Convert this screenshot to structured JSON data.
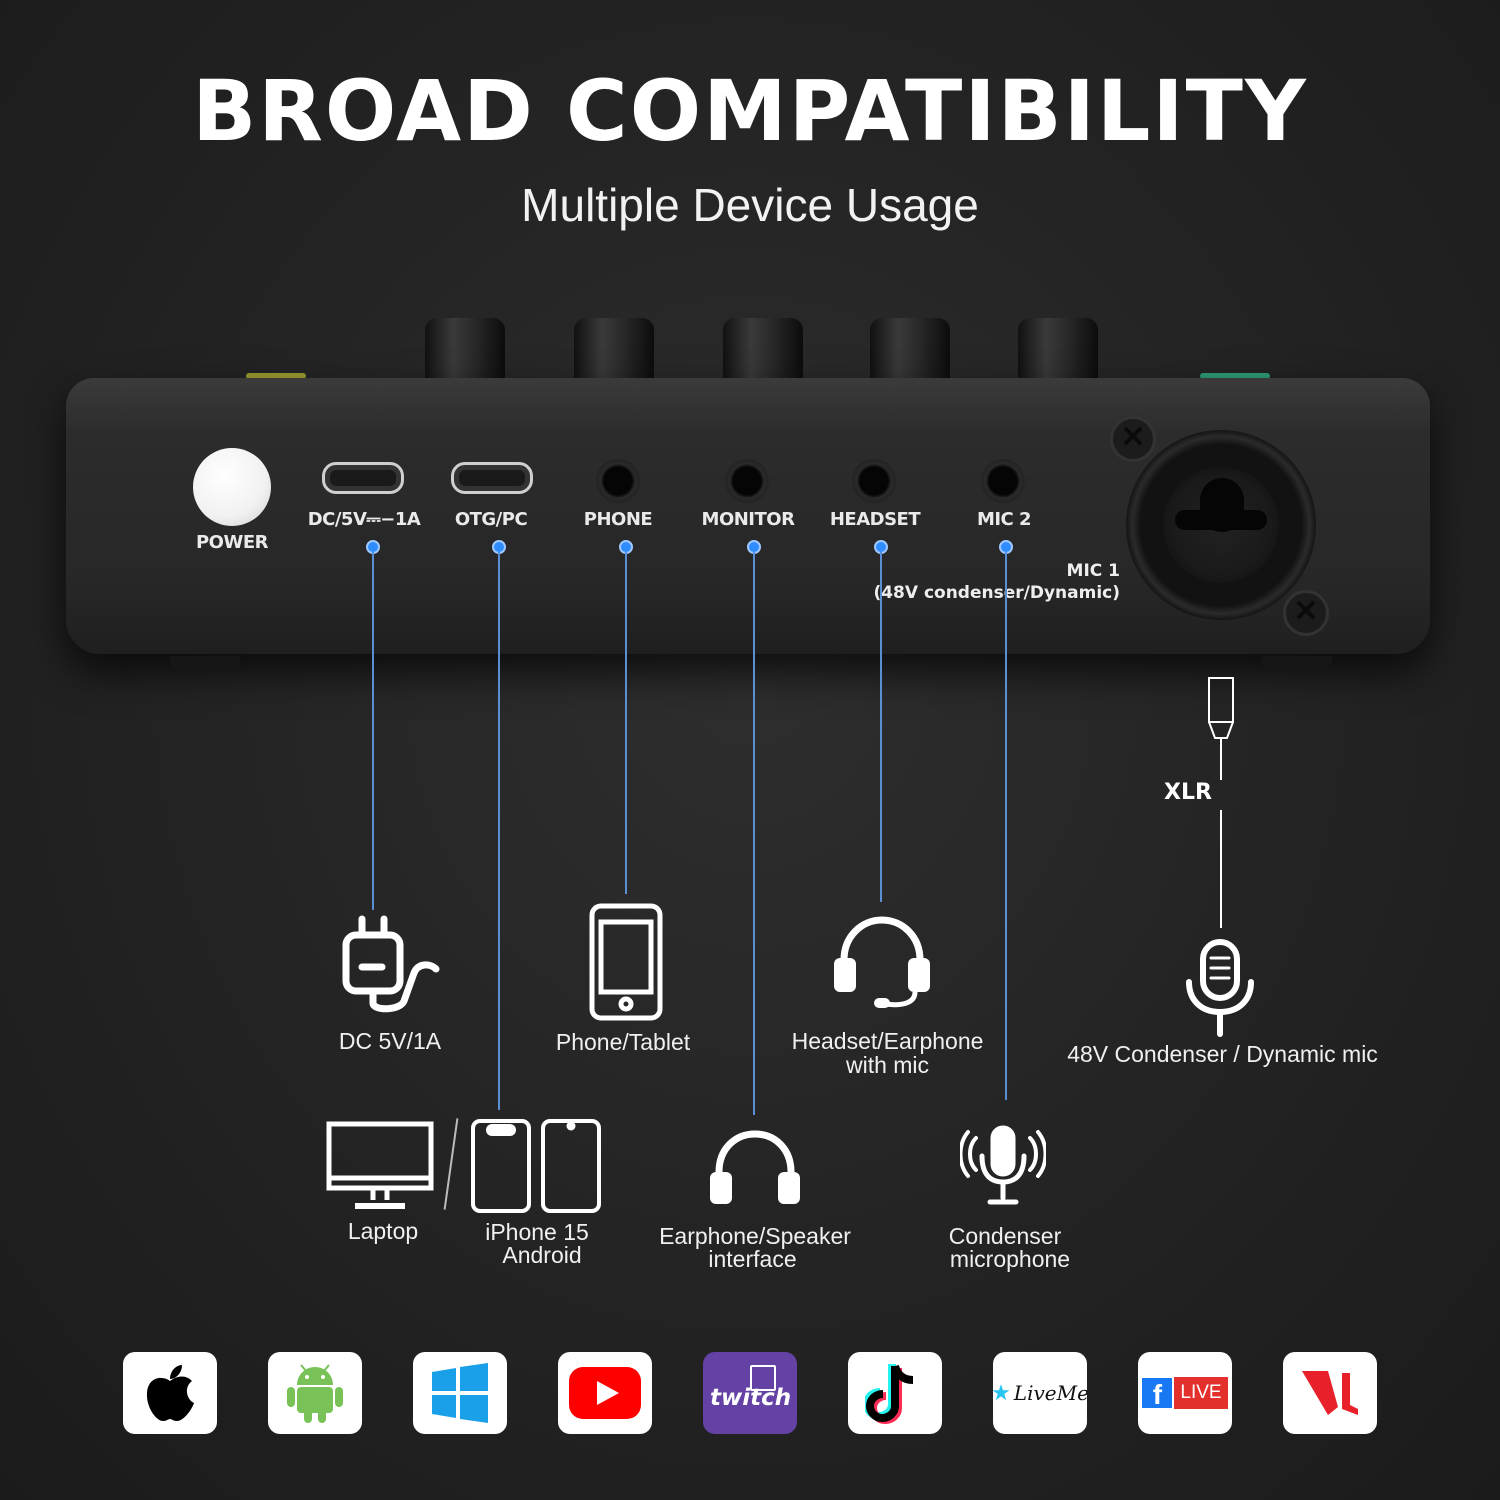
{
  "title": "BROAD COMPATIBILITY",
  "subtitle": "Multiple Device Usage",
  "device": {
    "power": "POWER",
    "ports": {
      "dc": "DC/5V⎓−1A",
      "otg": "OTG/PC",
      "phone": "PHONE",
      "monitor": "MONITOR",
      "headset": "HEADSET",
      "mic2": "MIC 2"
    },
    "mic1_line1": "MIC 1",
    "mic1_line2": "(48V condenser/Dynamic)",
    "xlr": "XLR"
  },
  "captions": {
    "dc": "DC 5V/1A",
    "phone_tablet": "Phone/Tablet",
    "headset_line1": "Headset/Earphone",
    "headset_line2": "with mic",
    "mic48": "48V Condenser / Dynamic mic",
    "laptop": "Laptop",
    "iphone_line1": "iPhone 15",
    "iphone_line2": "Android",
    "earphone_line1": "Earphone/Speaker",
    "earphone_line2": "interface",
    "condenser_line1": "Condenser",
    "condenser_line2": "microphone"
  },
  "apps": {
    "twitch": "twitch",
    "liveme": "LiveMe",
    "fb_live": "LIVE"
  },
  "colors": {
    "accent_line": "#5a8fd6",
    "dot": "#2f8cff",
    "youtube": "#ff0000",
    "twitch": "#6441a5",
    "windows": "#1aa0e8",
    "android": "#78c257",
    "facebook": "#1877f2",
    "fb_live": "#e4302c"
  }
}
